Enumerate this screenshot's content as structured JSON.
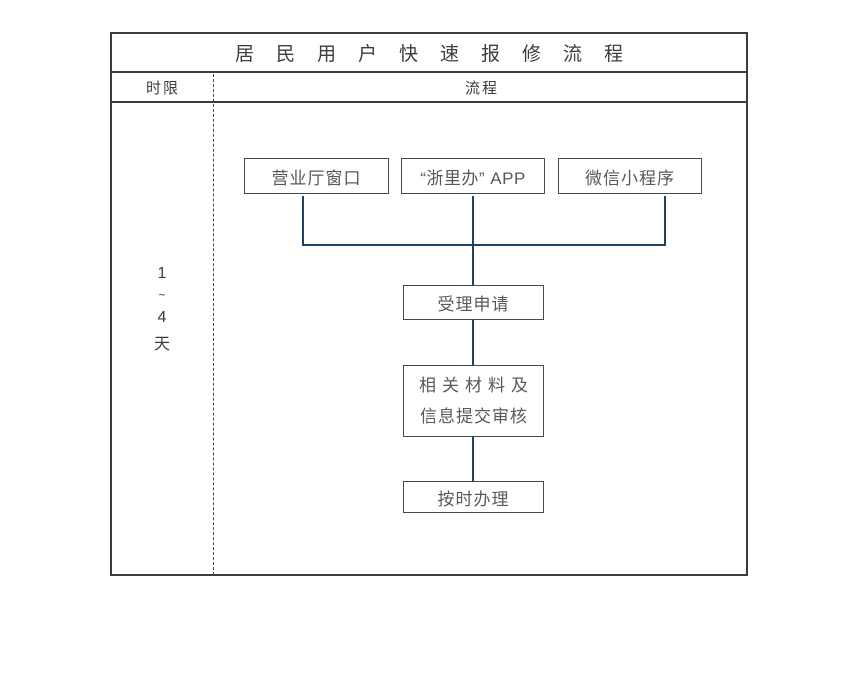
{
  "title": "居民用户快速报修流程",
  "table": {
    "time_limit_header": "时限",
    "process_header": "流程"
  },
  "time_limit": {
    "lines": [
      "1",
      "~",
      "4",
      "天"
    ]
  },
  "channels": [
    {
      "label": "营业厅窗口"
    },
    {
      "label": "“浙里办” APP"
    },
    {
      "label": "微信小程序"
    }
  ],
  "steps": [
    {
      "label": "受理申请"
    },
    {
      "line1": "相关材料及",
      "line2": "信息提交审核"
    },
    {
      "label": "按时办理"
    }
  ],
  "colors": {
    "background": "#ffffff",
    "table-line": "#3c3c3c",
    "box-border": "#4a4a4a",
    "box-text": "#595959",
    "header-text": "#3d3d3d",
    "connector": "#1e4263"
  }
}
